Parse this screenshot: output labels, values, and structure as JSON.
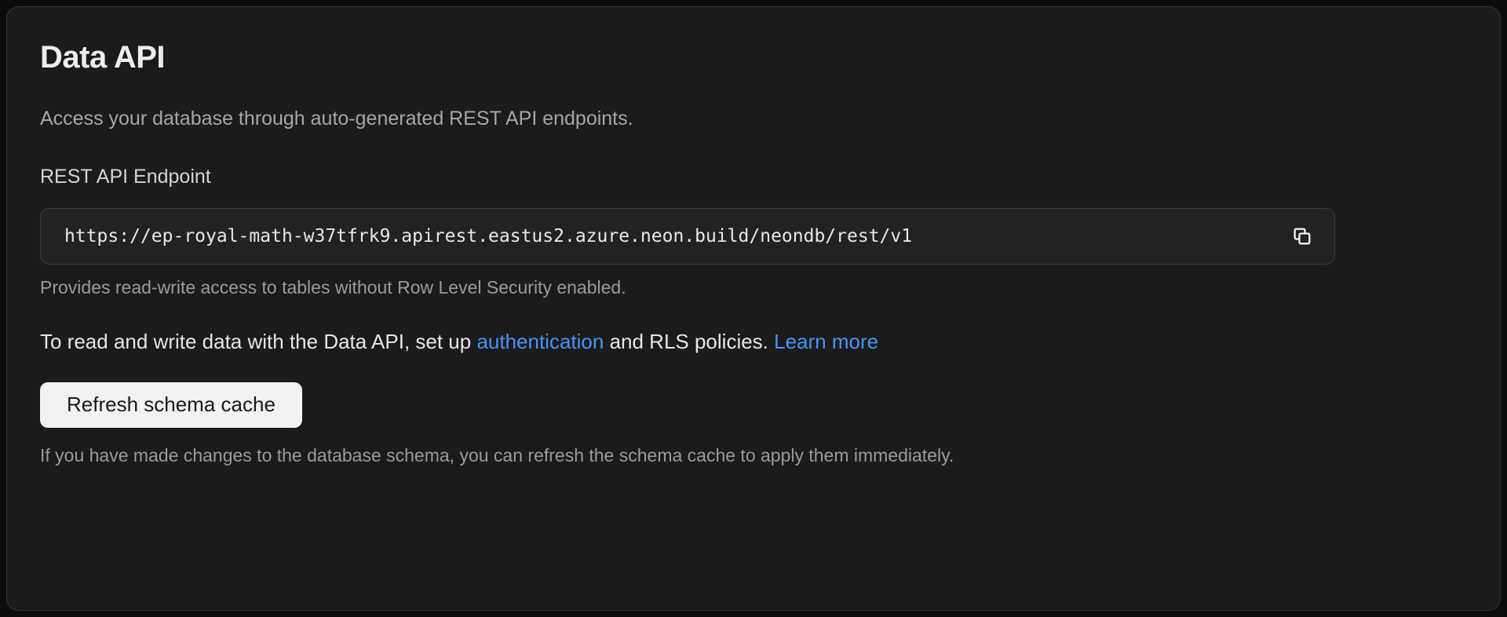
{
  "header": {
    "title": "Data API",
    "description": "Access your database through auto-generated REST API endpoints."
  },
  "endpoint": {
    "label": "REST API Endpoint",
    "url": "https://ep-royal-math-w37tfrk9.apirest.eastus2.azure.neon.build/neondb/rest/v1",
    "helper": "Provides read-write access to tables without Row Level Security enabled.",
    "copy_icon": "copy-icon"
  },
  "note": {
    "prefix": "To read and write data with the Data API, set up ",
    "auth_link": "authentication",
    "middle": " and RLS policies. ",
    "learn_more_link": "Learn more"
  },
  "schema_cache": {
    "button_label": "Refresh schema cache",
    "helper": "If you have made changes to the database schema, you can refresh the schema cache to apply them immediately."
  },
  "colors": {
    "page_background": "#0d0d0d",
    "card_background": "#1b1b1b",
    "card_border": "#353535",
    "field_background": "#222222",
    "field_border": "#3a3a3a",
    "link_blue": "#4596f7",
    "button_background": "#f2f2f2",
    "button_text": "#191919",
    "title_text": "#ededed",
    "muted_text": "#9a9a9a"
  }
}
